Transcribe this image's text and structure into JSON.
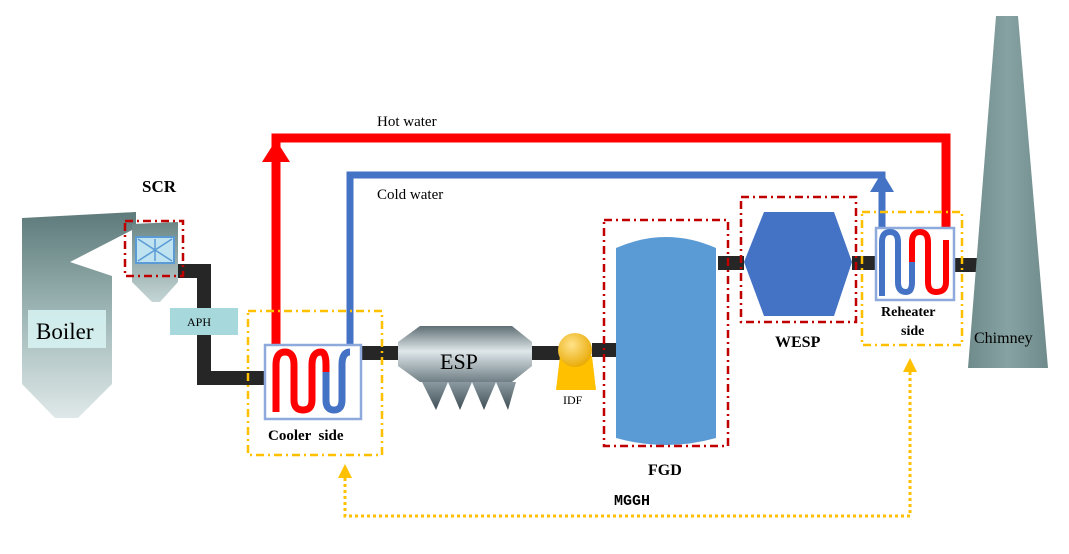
{
  "labels": {
    "boiler": "Boiler",
    "scr": "SCR",
    "aph": "APH",
    "cooler": "Cooler  side",
    "esp": "ESP",
    "idf": "IDF",
    "fgd": "FGD",
    "wesp": "WESP",
    "reheater_line1": "Reheater",
    "reheater_line2": "side",
    "chimney": "Chimney",
    "hot_water": "Hot water",
    "cold_water": "Cold water",
    "mggh": "MGGH"
  },
  "colors": {
    "hot_water": "#ff0000",
    "cold_water": "#4472c4",
    "flue_duct": "#262626",
    "dashed_red_box": "#c00000",
    "dashed_yellow_box": "#ffc000",
    "mggh_link": "#ffc000",
    "aph_box": "#a6d8dc",
    "esp_body": "#7f8f95",
    "idf_fan": "#ffc000",
    "fgd_tower": "#5b9bd5",
    "wesp_body": "#4472c4",
    "chimney": "#7f9a9a",
    "boiler_top": "#6b8585",
    "boiler_bottom": "#c8d8d8"
  }
}
